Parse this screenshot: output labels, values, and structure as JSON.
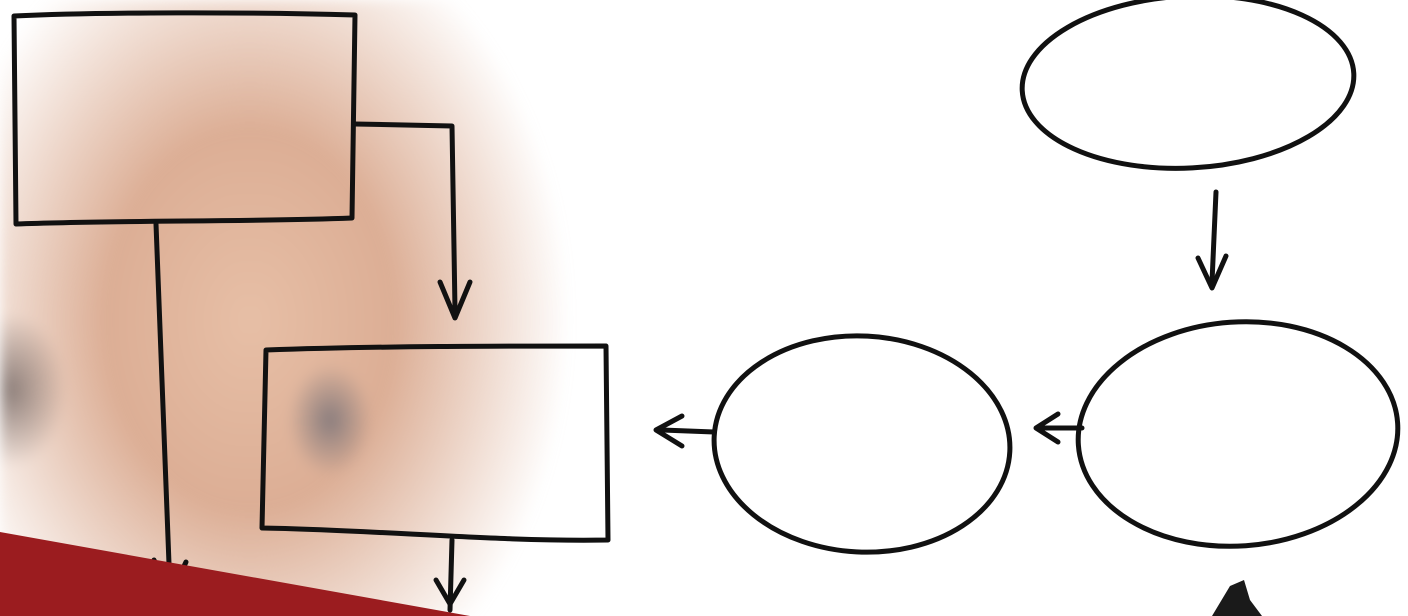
{
  "colors": {
    "ink": "#111111",
    "skin": "#e2b59c",
    "accent": "#9b1c1f",
    "background": "#ffffff"
  },
  "diagram": {
    "rectangles": [
      "box-top-left",
      "box-middle"
    ],
    "ellipses": [
      "circle-top-right",
      "circle-bottom-right",
      "circle-bottom-middle"
    ],
    "connectors": [
      {
        "from": "box-top-left",
        "to": "box-middle"
      },
      {
        "from": "box-top-left",
        "to": "offscreen-bottom"
      },
      {
        "from": "box-middle",
        "to": "offscreen-bottom"
      },
      {
        "from": "circle-top-right",
        "to": "circle-bottom-right"
      },
      {
        "from": "circle-bottom-right",
        "to": "circle-bottom-middle"
      },
      {
        "from": "circle-bottom-middle",
        "to": "box-middle"
      }
    ]
  },
  "icons": [
    "cursor-pointer-icon"
  ]
}
